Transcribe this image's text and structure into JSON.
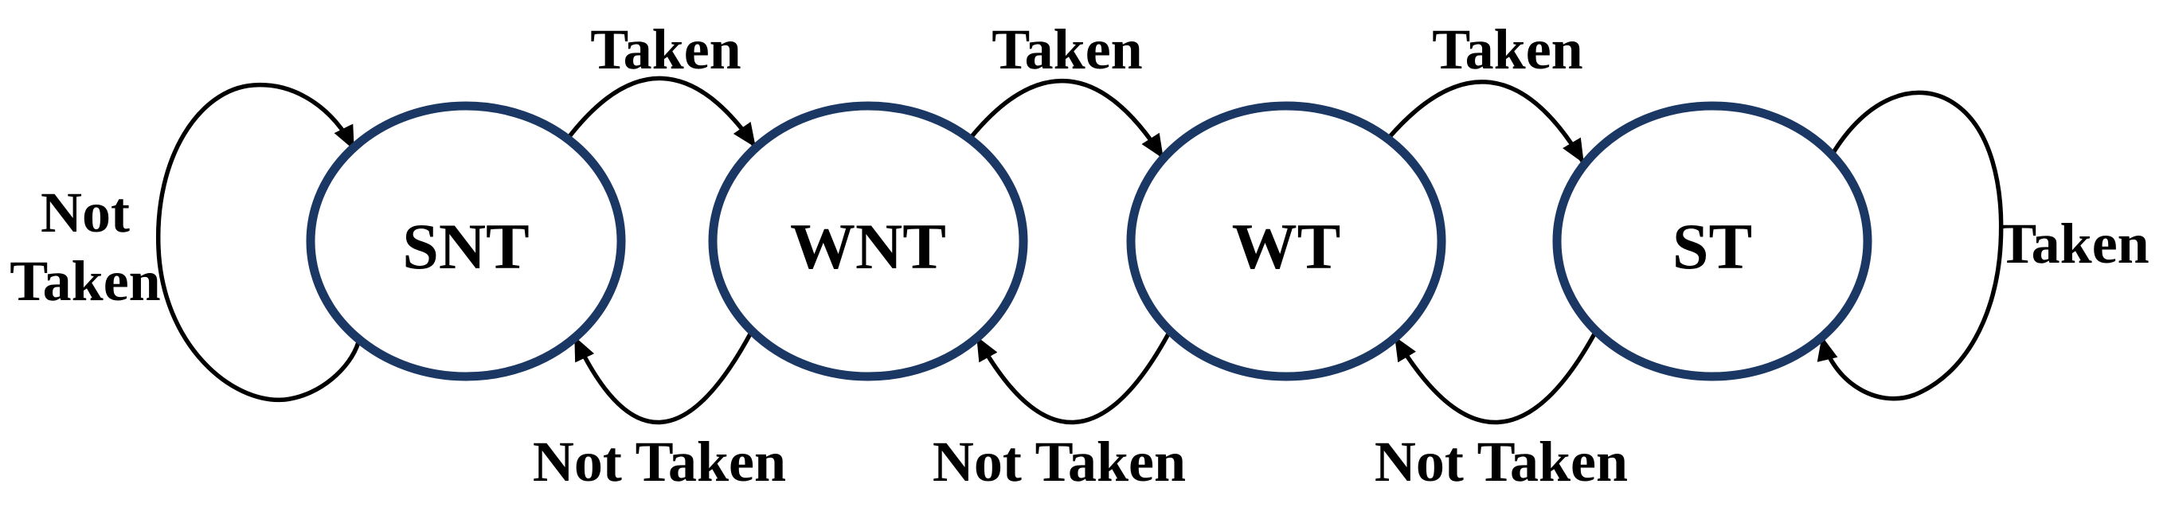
{
  "diagram": {
    "kind": "state-diagram",
    "states": [
      {
        "id": "SNT",
        "label": "SNT"
      },
      {
        "id": "WNT",
        "label": "WNT"
      },
      {
        "id": "WT",
        "label": "WT"
      },
      {
        "id": "ST",
        "label": "ST"
      }
    ],
    "transitions": [
      {
        "from": "SNT",
        "to": "SNT",
        "label": "Not Taken",
        "label_lines": [
          "Not",
          "Taken"
        ]
      },
      {
        "from": "SNT",
        "to": "WNT",
        "label": "Taken"
      },
      {
        "from": "WNT",
        "to": "SNT",
        "label": "Not Taken"
      },
      {
        "from": "WNT",
        "to": "WT",
        "label": "Taken"
      },
      {
        "from": "WT",
        "to": "WNT",
        "label": "Not Taken"
      },
      {
        "from": "WT",
        "to": "ST",
        "label": "Taken"
      },
      {
        "from": "ST",
        "to": "WT",
        "label": "Not Taken"
      },
      {
        "from": "ST",
        "to": "ST",
        "label": "Taken"
      }
    ],
    "colors": {
      "state_stroke": "#1b3764",
      "arrow": "#000000",
      "text": "#000000",
      "background": "#ffffff"
    }
  }
}
